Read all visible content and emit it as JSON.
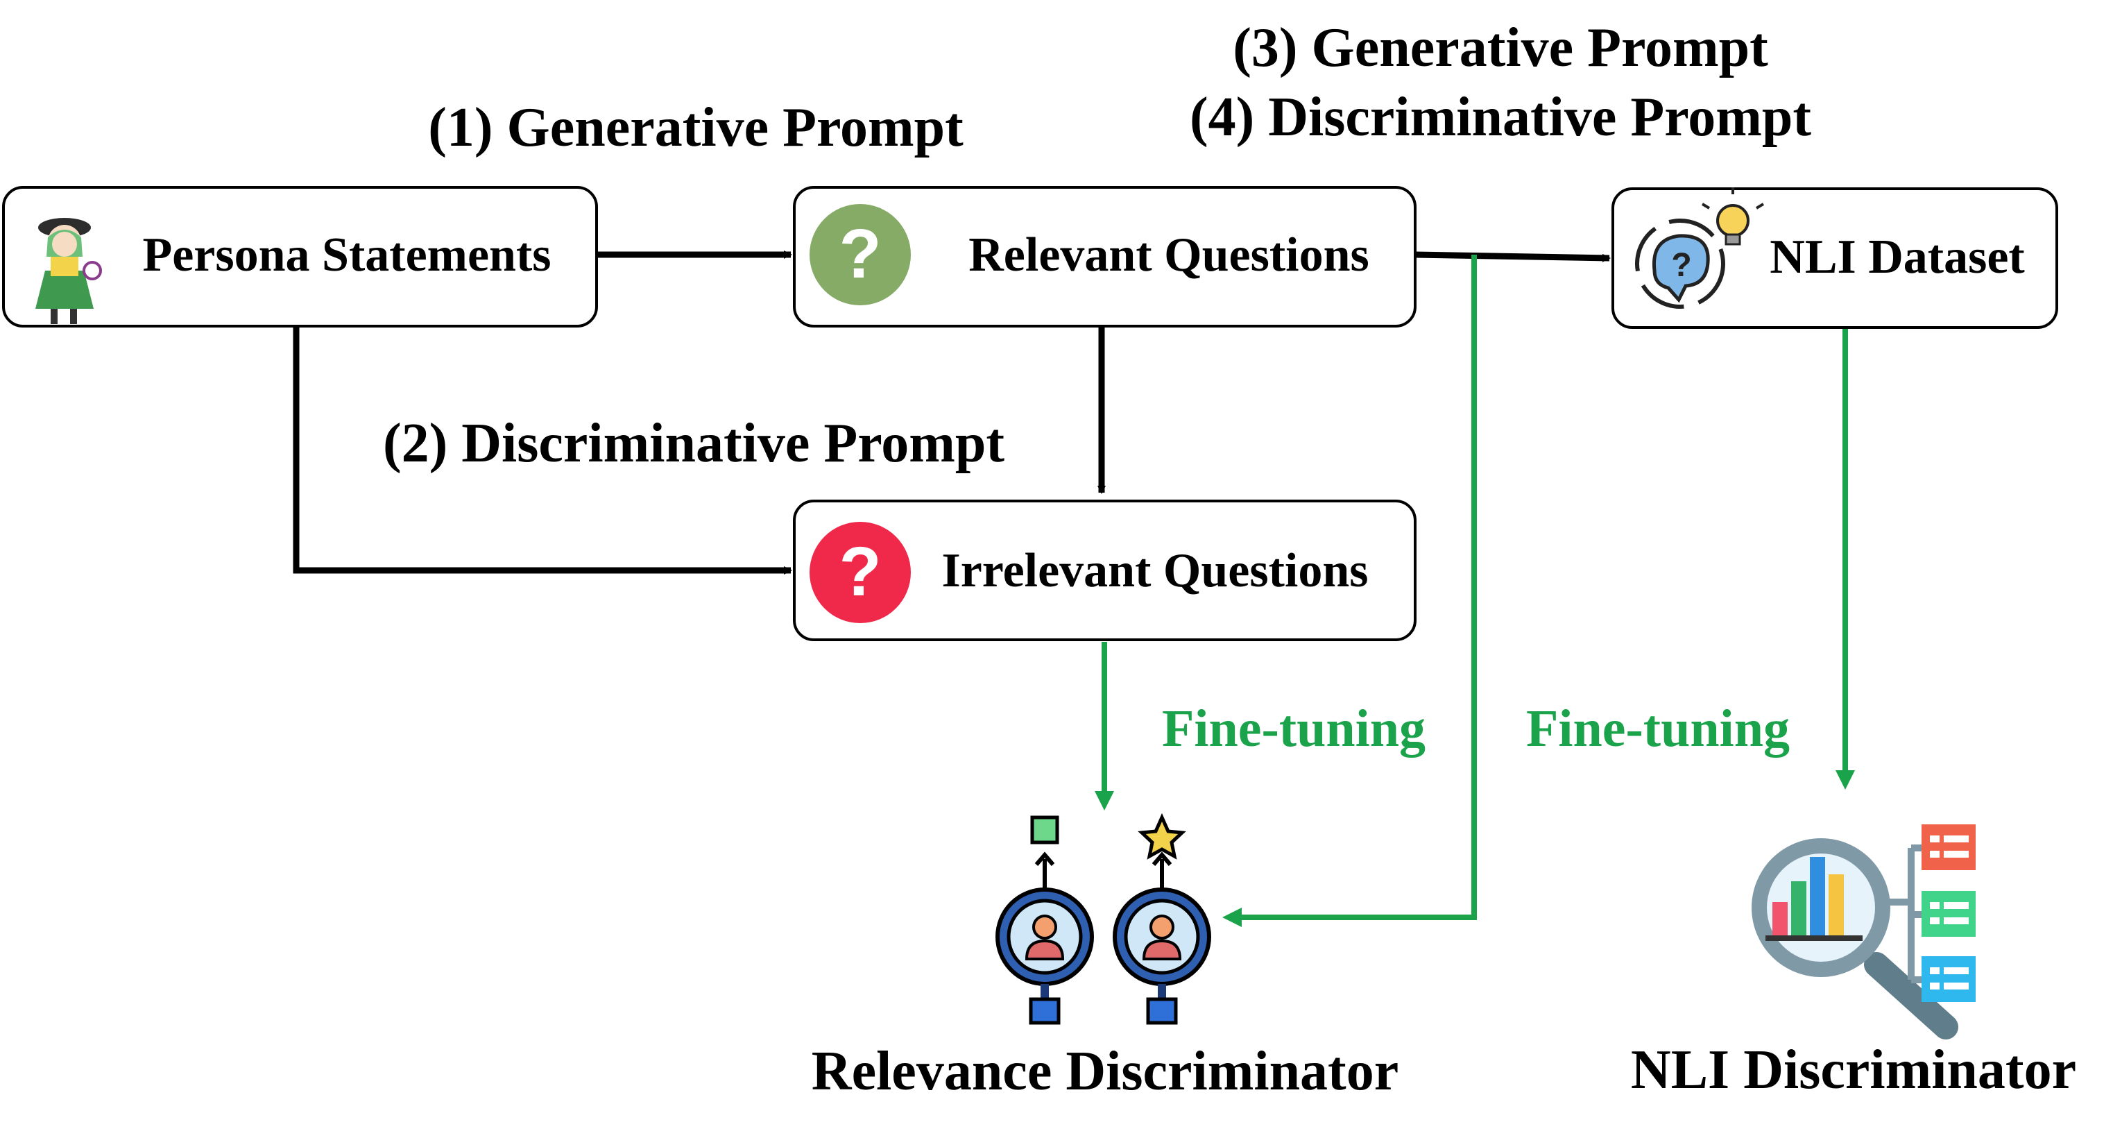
{
  "colors": {
    "stroke": "#000000",
    "accent_green": "#1aa34a",
    "relevant_icon": "#86ab66",
    "irrelevant_icon": "#f0294a"
  },
  "labels": {
    "prompt1": "(1) Generative Prompt",
    "prompt2": "(2) Discriminative Prompt",
    "prompt3": "(3) Generative Prompt",
    "prompt4": "(4) Discriminative Prompt",
    "finetune_left": "Fine-tuning",
    "finetune_right": "Fine-tuning"
  },
  "nodes": {
    "persona": "Persona Statements",
    "relevant": "Relevant Questions",
    "irrelevant": "Irrelevant Questions",
    "nli_dataset": "NLI Dataset"
  },
  "outputs": {
    "relevance": "Relevance Discriminator",
    "nli": "NLI Discriminator"
  },
  "icons": {
    "persona": "anime-character-icon",
    "relevant": "question-mark-green-icon",
    "irrelevant": "question-mark-red-icon",
    "nli_dataset": "brain-lightbulb-icon",
    "relevance_discriminator": "person-magnifier-icon",
    "nli_discriminator": "magnifier-chart-icon"
  }
}
